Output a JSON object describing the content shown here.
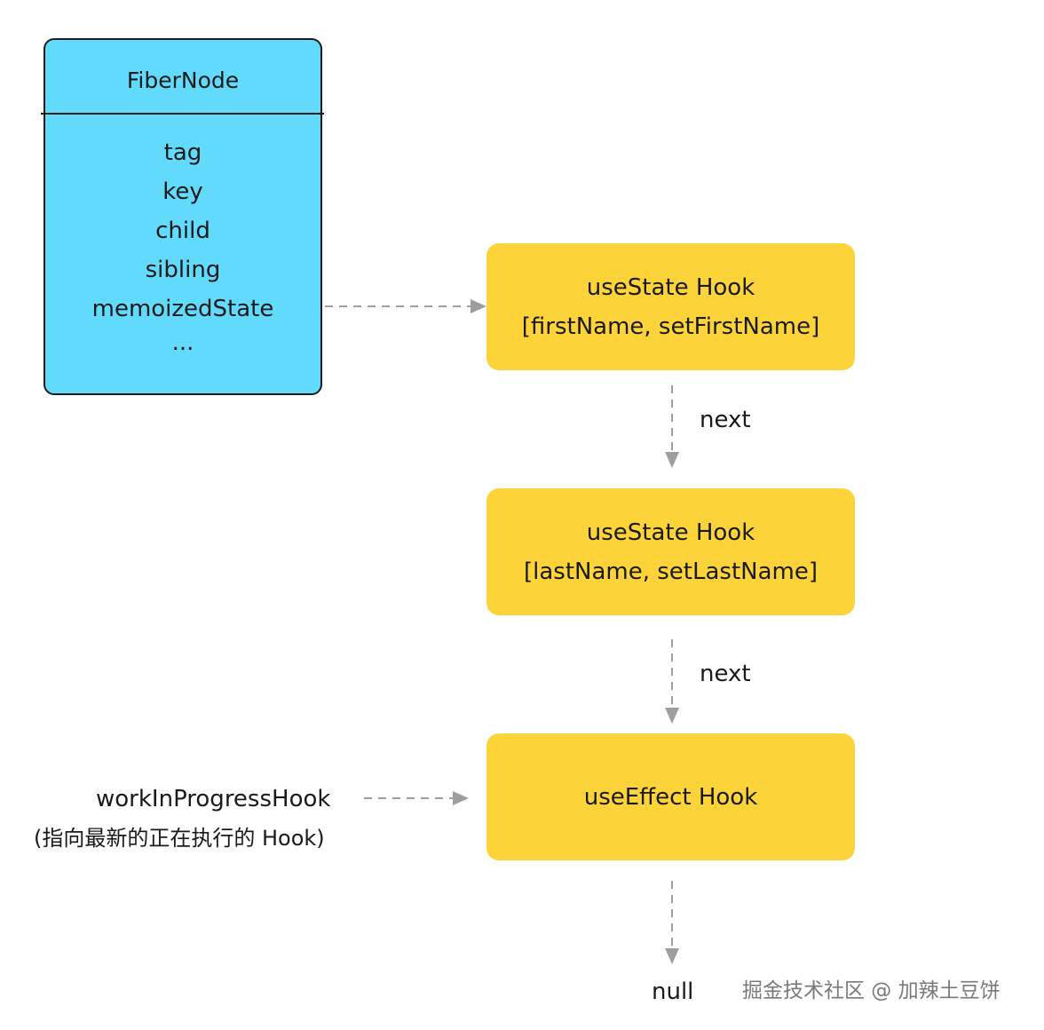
{
  "fiber_node": {
    "title": "FiberNode",
    "fields": [
      "tag",
      "key",
      "child",
      "sibling",
      "memoizedState",
      "..."
    ]
  },
  "hooks": [
    {
      "line1": "useState Hook",
      "line2": "[firstName, setFirstName]"
    },
    {
      "line1": "useState Hook",
      "line2": "[lastName, setLastName]"
    },
    {
      "line1": "useEffect Hook"
    }
  ],
  "edges": {
    "next_label_1": "next",
    "next_label_2": "next",
    "null_label": "null"
  },
  "work_in_progress": {
    "label": "workInProgressHook",
    "note": "(指向最新的正在执行的 Hook)"
  },
  "watermark": "掘金技术社区 @ 加辣土豆饼",
  "colors": {
    "fiber_fill": "#61dafb",
    "hook_fill": "#fdd33a",
    "arrow": "#9e9e9e",
    "border": "#1a1a1a"
  }
}
